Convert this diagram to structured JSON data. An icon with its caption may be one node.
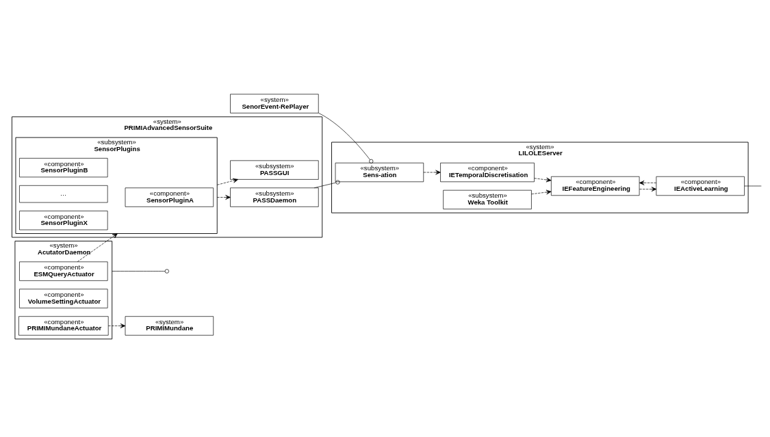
{
  "diagram": {
    "nodes": [
      {
        "text": [
          "«system»",
          "PRIMIAdvancedSensorSuite"
        ]
      },
      {
        "text": [
          "«subsystem»",
          "PASSDaemon"
        ],
        "in": 0
      },
      {
        "text": [
          "«subsystem»",
          "SensorPlugins"
        ],
        "in": 0
      },
      {
        "text": [
          "«component»",
          "SensorPluginA"
        ],
        "in": 2
      },
      {
        "text": [
          "«component»",
          "SensorPluginB"
        ],
        "in": 2
      },
      {
        "text": [
          "…"
        ],
        "in": 2
      },
      {
        "text": [
          "«component»",
          "SensorPluginX"
        ],
        "in": 2
      },
      {
        "text": [
          "«subsystem»",
          "PASSGUI"
        ],
        "in": 0
      },
      {
        "text": [
          "«system»",
          "LILOLEServer"
        ]
      },
      {
        "text": [
          "«subsystem»",
          "Sens-ation"
        ],
        "in": 8
      },
      {
        "text": [
          "«component»",
          "IETemporalDiscretisation"
        ],
        "in": 8
      },
      {
        "text": [
          "«component»",
          "IEFeatureEngineering"
        ],
        "in": 8
      },
      {
        "text": [
          "«component»",
          "IEActiveLearning"
        ],
        "in": 8
      },
      {
        "text": [
          "«subsystem»",
          "Weka Toolkit"
        ],
        "in": 8
      },
      {
        "text": [
          "«system»",
          "AcutatorDaemon"
        ]
      },
      {
        "text": [
          "«component»",
          "ESMQueryActuator"
        ],
        "in": 14
      },
      {
        "text": [
          "«component»",
          "VolumeSettingActuator"
        ],
        "in": 14
      },
      {
        "text": [
          "«component»",
          "PRIMIMundaneActuator"
        ],
        "in": 14
      },
      {
        "text": [
          "«system»",
          "PRIMIMundane"
        ]
      },
      {
        "text": [
          "«system»",
          "SenorEvent-RePlayer"
        ]
      }
    ],
    "edges": [
      {
        "from": 1,
        "to": 9,
        "arrow": "other"
      },
      {
        "from": 19,
        "to": 9,
        "arrow": "other"
      },
      {
        "from": 2,
        "to": 1,
        "arrow": "to",
        "style": "dashed"
      },
      {
        "from": 15,
        "to": 2,
        "arrow": "to",
        "style": "dashed"
      },
      {
        "from": 2,
        "to": 7,
        "arrow": "to",
        "style": "dashed"
      },
      {
        "from": 9,
        "to": 10,
        "arrow": "to",
        "style": "dashed"
      },
      {
        "from": 10,
        "to": 11,
        "arrow": "to",
        "style": "dashed"
      },
      {
        "from": 11,
        "to": 12,
        "arrow": "to",
        "style": "dashed"
      },
      {
        "from": 12,
        "to": 11,
        "arrow": "to",
        "style": "dashed"
      },
      {
        "from": 13,
        "to": 11,
        "arrow": "to",
        "style": "dashed"
      },
      {
        "from": 12,
        "to": null,
        "arrow": "none"
      },
      {
        "from": 14,
        "to": null,
        "arrow": "other"
      },
      {
        "from": 17,
        "to": 18,
        "arrow": "to",
        "style": "dashed"
      }
    ]
  }
}
